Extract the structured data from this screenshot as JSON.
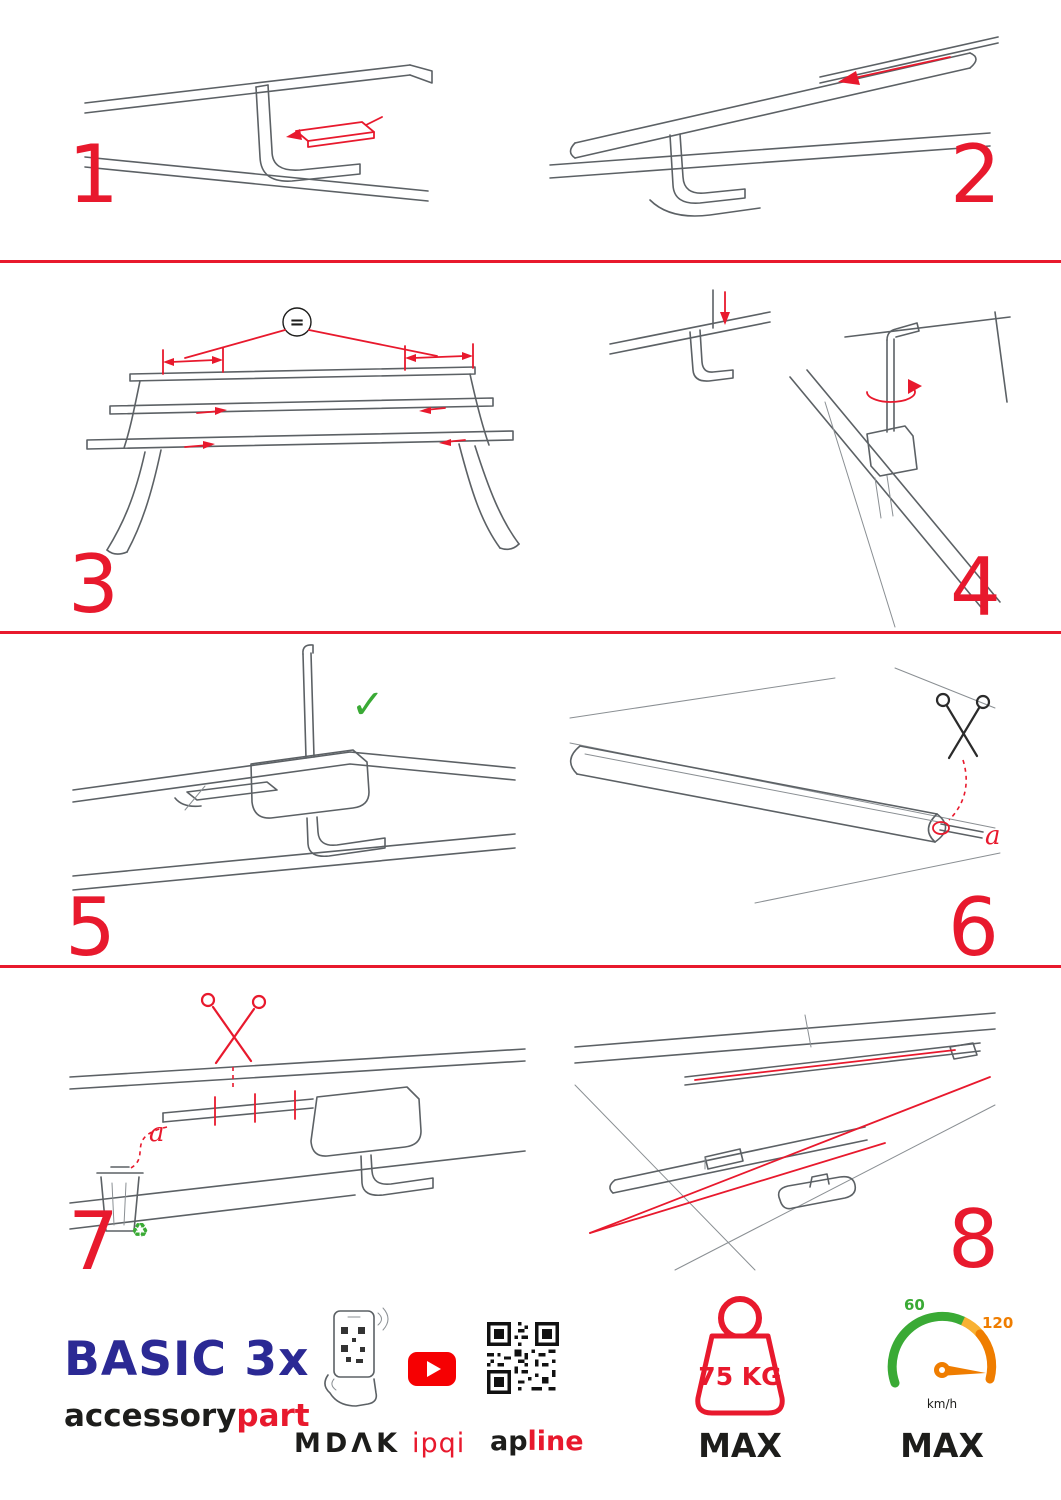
{
  "colors": {
    "accent": "#e8192d",
    "navy": "#2b2994",
    "green": "#3aaa35",
    "orange": "#ef7d00"
  },
  "steps": [
    {
      "number": "1"
    },
    {
      "number": "2"
    },
    {
      "number": "3",
      "equal": "="
    },
    {
      "number": "4"
    },
    {
      "number": "5",
      "check": "✓"
    },
    {
      "number": "6",
      "label": "a"
    },
    {
      "number": "7",
      "label": "a",
      "recycle": "♻"
    },
    {
      "number": "8"
    }
  ],
  "footer": {
    "product": "BASIC 3x",
    "brand": {
      "black": "accessory",
      "red": "part"
    },
    "mdak": "MDΛK",
    "ipqi": "ipqi",
    "apline": {
      "black": "ap",
      "red": "line"
    },
    "weight": {
      "value": "75 KG",
      "max": "MAX"
    },
    "speed": {
      "low": "60",
      "high": "120",
      "unit": "km/h",
      "max": "MAX"
    }
  }
}
